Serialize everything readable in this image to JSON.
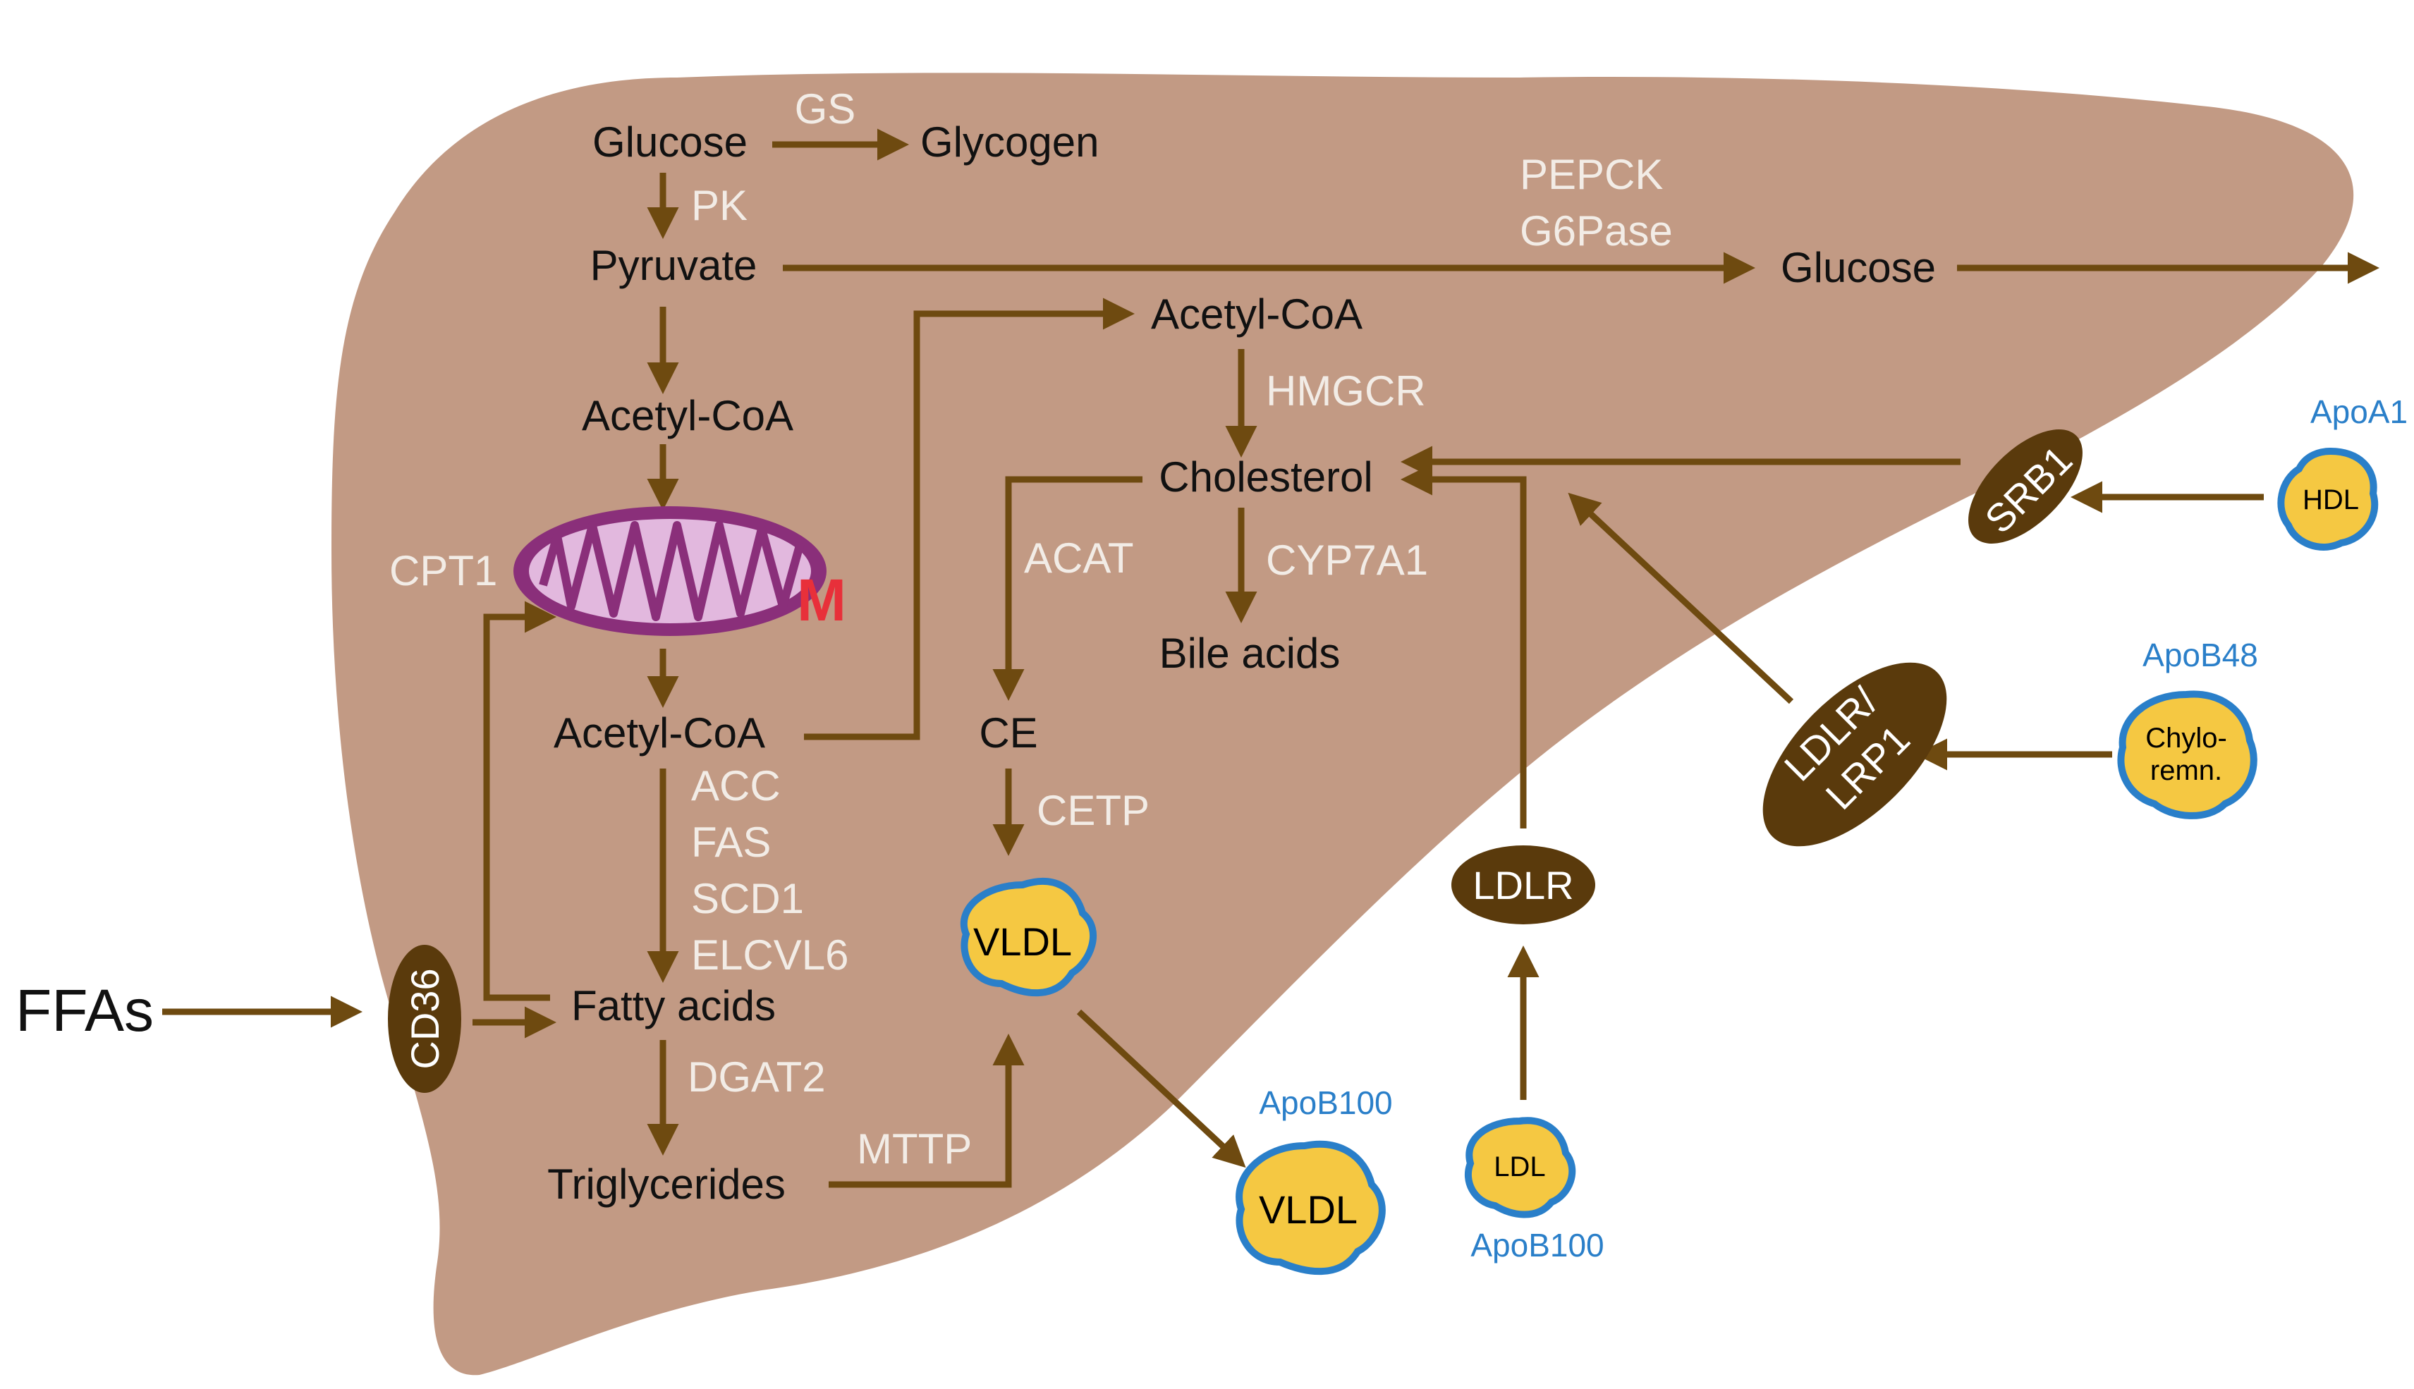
{
  "metabolites": {
    "glucose_top": "Glucose",
    "glycogen": "Glycogen",
    "pyruvate": "Pyruvate",
    "glucose_out": "Glucose",
    "acetyl_coa_1": "Acetyl-CoA",
    "acetyl_coa_2": "Acetyl-CoA",
    "acetyl_coa_3": "Acetyl-CoA",
    "cholesterol": "Cholesterol",
    "bile_acids": "Bile acids",
    "ce": "CE",
    "fatty_acids": "Fatty acids",
    "triglycerides": "Triglycerides",
    "ffas": "FFAs"
  },
  "enzymes": {
    "gs": "GS",
    "pk": "PK",
    "pepck": "PEPCK",
    "g6pase": "G6Pase",
    "hmgcr": "HMGCR",
    "cpt1": "CPT1",
    "acat": "ACAT",
    "cyp7a1": "CYP7A1",
    "acc": "ACC",
    "fas": "FAS",
    "scd1": "SCD1",
    "elcvl6": "ELCVL6",
    "cetp": "CETP",
    "dgat2": "DGAT2",
    "mttp": "MTTP"
  },
  "organelles": {
    "mitochondrion_mark": "M"
  },
  "receptors": {
    "cd36": "CD36",
    "srb1": "SRB1",
    "ldlr": "LDLR",
    "ldlr_lrp1_line1": "LDLR/",
    "ldlr_lrp1_line2": "LRP1"
  },
  "particles": {
    "vldl_inner": "VLDL",
    "vldl_outer": "VLDL",
    "ldl": "LDL",
    "hdl": "HDL",
    "chylo_line1": "Chylo-",
    "chylo_line2": "remn."
  },
  "apolipoproteins": {
    "apoa1": "ApoA1",
    "apob48": "ApoB48",
    "apob100_vldl": "ApoB100",
    "apob100_ldl": "ApoB100"
  },
  "colors": {
    "liver": "#c29a84",
    "arrow": "#6e4a10",
    "receptor": "#5a3a0c",
    "particle_core": "#f5c842",
    "particle_ring": "#2a7fc9",
    "enzyme_text": "#f2ece6",
    "apo_text": "#2a7fc9",
    "mito_outer": "#8a2f7a",
    "mito_inner": "#e2b8de",
    "mito_mark": "#e8303a"
  }
}
